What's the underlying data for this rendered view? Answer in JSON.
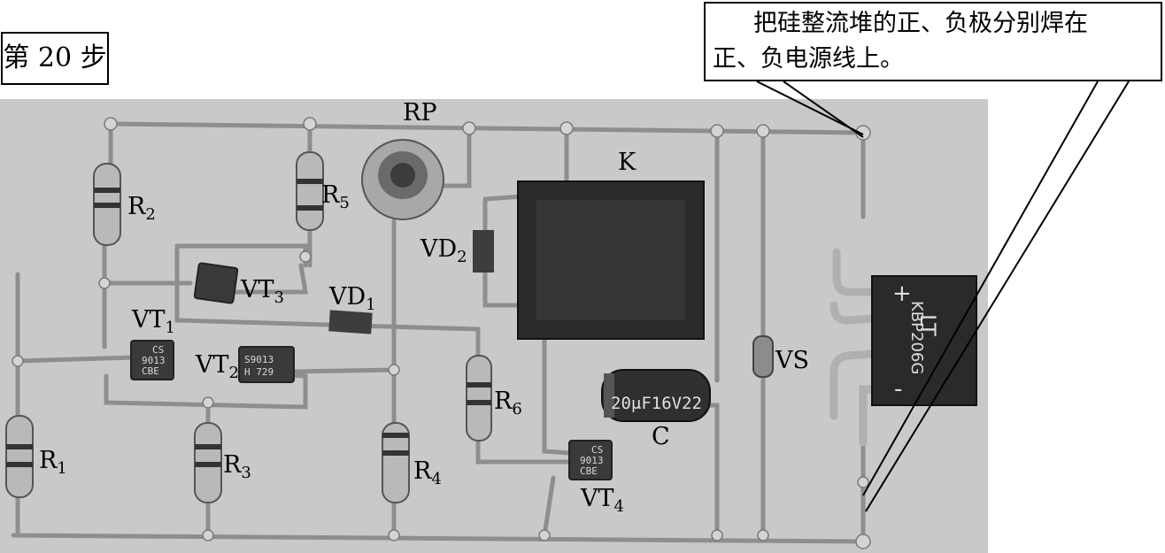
{
  "step_label": "第 20 步",
  "note": {
    "line1": "把硅整流堆的正、负极分别焊在",
    "line2": "正、负电源线上。"
  },
  "labels": {
    "RP": "RP",
    "K": "K",
    "VS": "VS",
    "C": "C",
    "R1": {
      "main": "R",
      "sub": "1"
    },
    "R2": {
      "main": "R",
      "sub": "2"
    },
    "R3": {
      "main": "R",
      "sub": "3"
    },
    "R4": {
      "main": "R",
      "sub": "4"
    },
    "R5": {
      "main": "R",
      "sub": "5"
    },
    "R6": {
      "main": "R",
      "sub": "6"
    },
    "VT1": {
      "main": "VT",
      "sub": "1"
    },
    "VT2": {
      "main": "VT",
      "sub": "2"
    },
    "VT3": {
      "main": "VT",
      "sub": "3"
    },
    "VT4": {
      "main": "VT",
      "sub": "4"
    },
    "VD1": {
      "main": "VD",
      "sub": "1"
    },
    "VD2": {
      "main": "VD",
      "sub": "2"
    }
  },
  "component_markings": {
    "capacitor": "20μF16V22",
    "bridge": "KBP206G",
    "bridge_brand": "LT",
    "bridge_plus": "+",
    "bridge_minus": "-",
    "vt1": [
      "CS",
      "9013",
      "CBE"
    ],
    "vt2": [
      "S9013",
      "H 729"
    ],
    "vt4": [
      "CS",
      "9013",
      "CBE"
    ]
  }
}
